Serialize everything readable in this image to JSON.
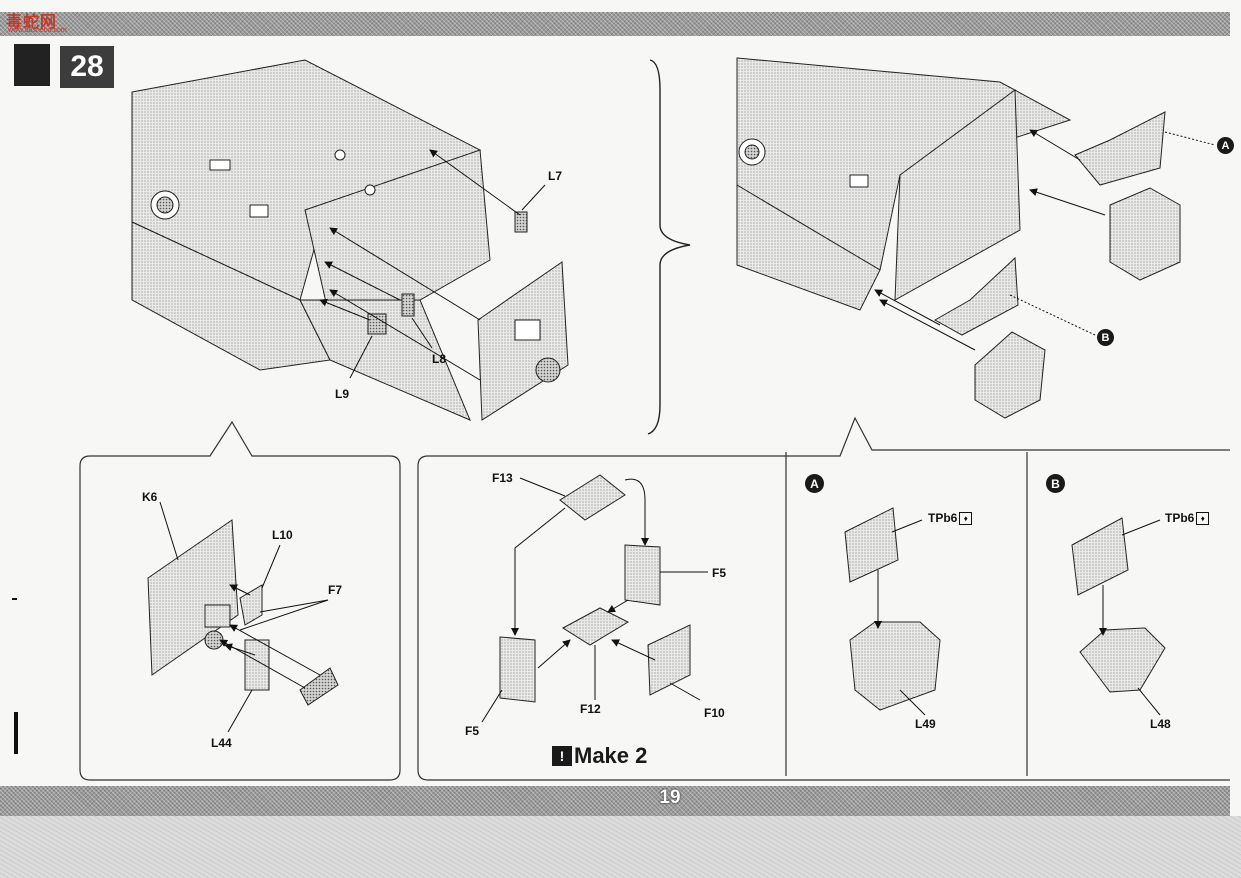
{
  "watermark": {
    "text": "毒蛇网",
    "sub": "www.dusheba.com"
  },
  "step_number": "28",
  "page_number": "19",
  "callouts": {
    "a": "A",
    "b": "B"
  },
  "labels": {
    "upper_left": {
      "l7": "L7",
      "l8": "L8",
      "l9": "L9"
    },
    "subassembly_door": {
      "k6": "K6",
      "l10": "L10",
      "f7": "F7",
      "l44": "L44"
    },
    "subassembly_box": {
      "f13": "F13",
      "f5_right": "F5",
      "f5_left": "F5",
      "f12": "F12",
      "f10": "F10"
    },
    "panel_a": {
      "tpb6": "TPb6",
      "l49": "L49"
    },
    "panel_b": {
      "tpb6": "TPb6",
      "l48": "L48"
    }
  },
  "make_two": {
    "icon": "!",
    "text": "Make 2"
  }
}
